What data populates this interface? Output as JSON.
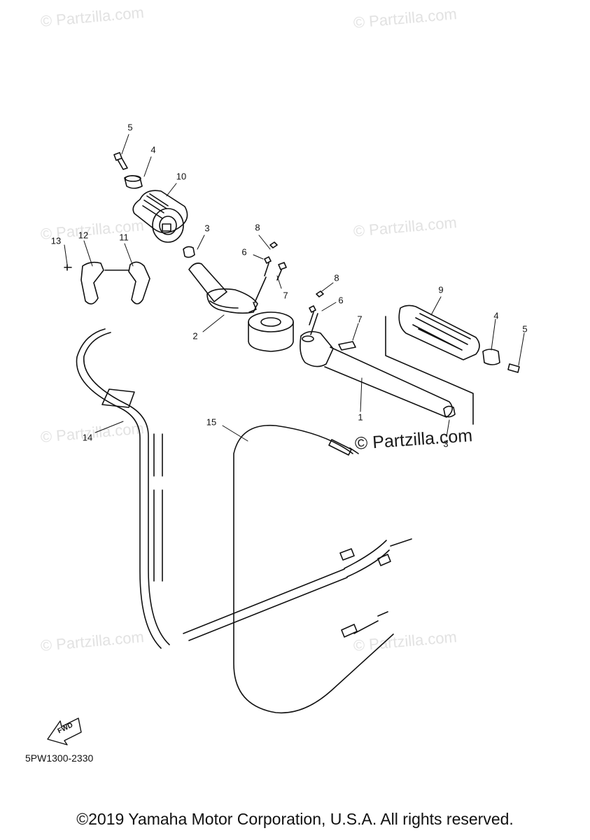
{
  "watermark": {
    "text": "© Partzilla.com",
    "prominent_text": "© Partzilla.com"
  },
  "callouts": [
    "5",
    "4",
    "10",
    "3",
    "8",
    "6",
    "7",
    "13",
    "12",
    "11",
    "2",
    "8",
    "6",
    "7",
    "9",
    "4",
    "5",
    "1",
    "3",
    "15",
    "14"
  ],
  "arrow_label": "FWD",
  "diagram_code": "5PW1300-2330",
  "footer": "©2019 Yamaha Motor Corporation, U.S.A. All rights reserved.",
  "colors": {
    "line": "#111111",
    "watermark": "#e2e2e2"
  }
}
